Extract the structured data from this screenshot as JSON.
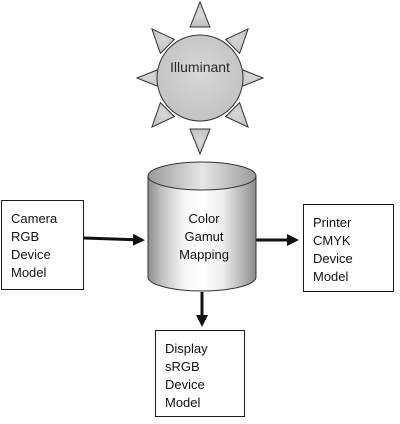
{
  "illuminant": {
    "label": "Illuminant"
  },
  "mapping": {
    "lines": [
      "Color",
      "Gamut",
      "Mapping"
    ]
  },
  "camera": {
    "lines": [
      "Camera",
      "RGB",
      "Device",
      "Model"
    ]
  },
  "printer": {
    "lines": [
      "Printer",
      "CMYK",
      "Device",
      "Model"
    ]
  },
  "display": {
    "lines": [
      "Display",
      "sRGB",
      "Device",
      "Model"
    ]
  }
}
